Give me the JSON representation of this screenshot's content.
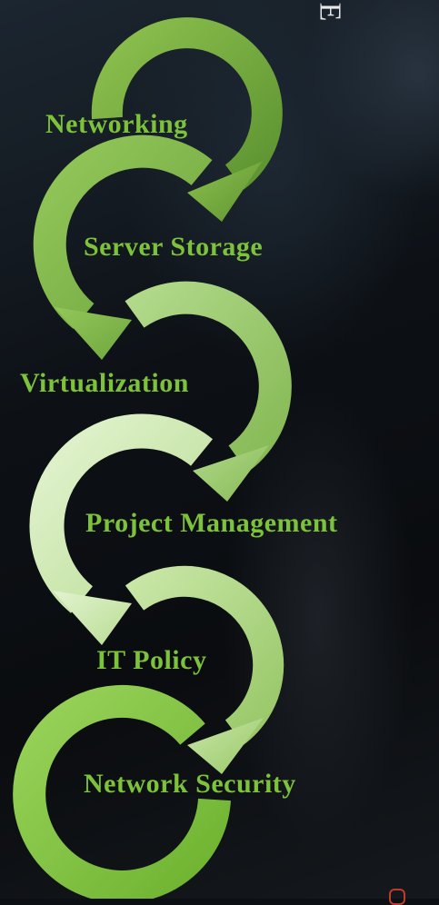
{
  "diagram": {
    "stages": [
      {
        "label": "Networking",
        "color": "#6fa63a"
      },
      {
        "label": "Server Storage",
        "color": "#82b84a"
      },
      {
        "label": "Virtualization",
        "color": "#9ac45f"
      },
      {
        "label": "Project Management",
        "color": "#c8e6a4"
      },
      {
        "label": "IT Policy",
        "color": "#aed57d"
      },
      {
        "label": "Network Security",
        "color": "#7bbd3c"
      }
    ],
    "label_color": "#7cc23a"
  },
  "corner": {
    "glyph": "E"
  }
}
